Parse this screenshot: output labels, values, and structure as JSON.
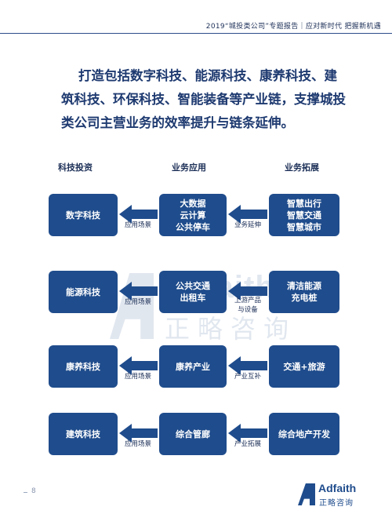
{
  "header": {
    "title": "2019“城投类公司”专题报告｜应对新时代 把握新机遇"
  },
  "headline": {
    "lines": [
      "打造包括数字科技、能源科技、康养科技、建",
      "筑科技、环保科技、智能装备等产业链，支撑城投",
      "类公司主营业务的效率提升与链条延伸。"
    ]
  },
  "columns": {
    "invest": "科技投资",
    "apply": "业务应用",
    "expand": "业务拓展"
  },
  "rows": [
    {
      "tech": "数字科技",
      "link1": "应用场景",
      "apply": [
        "大数据",
        "云计算",
        "公共停车"
      ],
      "link2": [
        "业务延伸"
      ],
      "expand": [
        "智慧出行",
        "智慧交通",
        "智慧城市"
      ]
    },
    {
      "tech": "能源科技",
      "link1": "应用场景",
      "apply": [
        "公共交通",
        "出租车"
      ],
      "link2": [
        "上游产品",
        "与设备"
      ],
      "expand": [
        "清洁能源",
        "充电桩"
      ]
    },
    {
      "tech": "康养科技",
      "link1": "应用场景",
      "apply": [
        "康养产业"
      ],
      "link2": [
        "产业互补"
      ],
      "expand": [
        "交通+旅游"
      ]
    },
    {
      "tech": "建筑科技",
      "link1": "应用场景",
      "apply": [
        "综合管廊"
      ],
      "link2": [
        "产业拓展"
      ],
      "expand": [
        "综合地产开发"
      ]
    }
  ],
  "watermark": {
    "en": "Adfaith",
    "cn": "正略咨询"
  },
  "footer": {
    "page": "8",
    "logo_en": "Adfaith",
    "logo_cn": "正略咨询"
  },
  "colors": {
    "box": "#1f4c8c",
    "text": "#1c2f57",
    "headline": "#1e3a70"
  }
}
